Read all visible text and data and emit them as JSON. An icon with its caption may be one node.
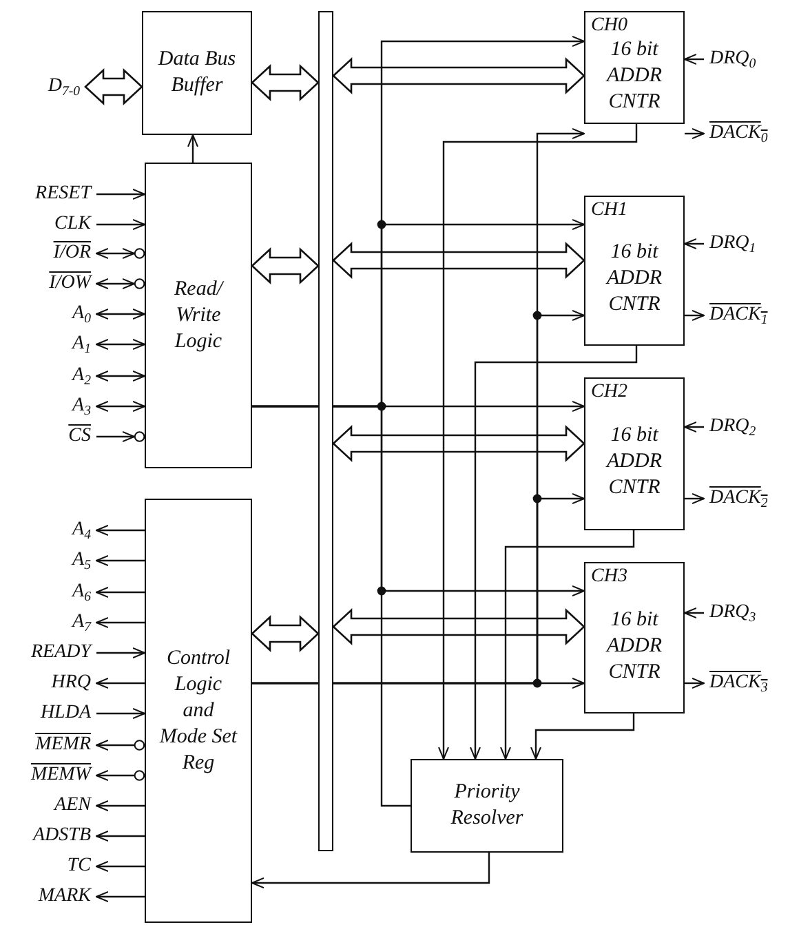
{
  "diagram": {
    "nodes": [
      {
        "text": [
          "Data Bus Buffer"
        ]
      },
      {
        "text": [
          "Read/ Write Logic"
        ]
      },
      {
        "text": [
          "Control Logic and Mode Set Reg"
        ]
      },
      {
        "text": [],
        "shape": "bar"
      },
      {
        "text": [
          "CH0",
          "16 bit ADDR CNTR"
        ]
      },
      {
        "text": [
          "CH1",
          "16 bit ADDR CNTR"
        ]
      },
      {
        "text": [
          "CH2",
          "16 bit ADDR CNTR"
        ]
      },
      {
        "text": [
          "CH3",
          "16 bit ADDR CNTR"
        ]
      },
      {
        "text": [
          "Priority Resolver"
        ]
      },
      {
        "text": [
          "D$_{7-0}$"
        ]
      },
      {
        "text": [
          "RESET"
        ]
      },
      {
        "text": [
          "CLK"
        ]
      },
      {
        "text": [
          "I/OR"
        ]
      },
      {
        "text": [
          "I/OW"
        ]
      },
      {
        "text": [
          "A$_{0}$"
        ]
      },
      {
        "text": [
          "A$_{1}$"
        ]
      },
      {
        "text": [
          "A$_{2}$"
        ]
      },
      {
        "text": [
          "A$_{3}$"
        ]
      },
      {
        "text": [
          "CS"
        ]
      },
      {
        "text": [
          "A$_{4}$"
        ]
      },
      {
        "text": [
          "A$_{5}$"
        ]
      },
      {
        "text": [
          "A$_{6}$"
        ]
      },
      {
        "text": [
          "A$_{7}$"
        ]
      },
      {
        "text": [
          "READY"
        ]
      },
      {
        "text": [
          "HRQ"
        ]
      },
      {
        "text": [
          "HLDA"
        ]
      },
      {
        "text": [
          "MEMR"
        ]
      },
      {
        "text": [
          "MEMW"
        ]
      },
      {
        "text": [
          "AEN"
        ]
      },
      {
        "text": [
          "ADSTB"
        ]
      },
      {
        "text": [
          "TC"
        ]
      },
      {
        "text": [
          "MARK"
        ]
      },
      {
        "text": [
          "DRQ$_{0}$"
        ]
      },
      {
        "text": [
          "DACK$_{0}$"
        ]
      },
      {
        "text": [
          "DRQ$_{1}$"
        ]
      },
      {
        "text": [
          "DACK$_{1}$"
        ]
      },
      {
        "text": [
          "DRQ$_{2}$"
        ]
      },
      {
        "text": [
          "DACK$_{2}$"
        ]
      },
      {
        "text": [
          "DRQ$_{3}$"
        ]
      },
      {
        "text": [
          "DACK$_{3}$"
        ]
      }
    ],
    "edges": [
      {
        "from": 9,
        "to": 0,
        "arrow": "both",
        "style": "thick"
      },
      {
        "from": 0,
        "to": 3,
        "arrow": "both",
        "style": "thick"
      },
      {
        "from": 1,
        "to": 3,
        "arrow": "both",
        "style": "thick"
      },
      {
        "from": 2,
        "to": 3,
        "arrow": "both",
        "style": "thick"
      },
      {
        "from": 3,
        "to": 4,
        "arrow": "both",
        "style": "thick"
      },
      {
        "from": 3,
        "to": 5,
        "arrow": "both",
        "style": "thick"
      },
      {
        "from": 3,
        "to": 6,
        "arrow": "both",
        "style": "thick"
      },
      {
        "from": 3,
        "to": 7,
        "arrow": "both",
        "style": "thick"
      },
      {
        "from": 1,
        "to": 0,
        "arrow": "to"
      },
      {
        "from": 1,
        "to": 4,
        "arrow": "to"
      },
      {
        "from": 1,
        "to": 5,
        "arrow": "to"
      },
      {
        "from": 1,
        "to": 6,
        "arrow": "to"
      },
      {
        "from": 1,
        "to": 7,
        "arrow": "to"
      },
      {
        "from": 1,
        "to": 8,
        "arrow": "none"
      },
      {
        "from": 2,
        "to": 4,
        "arrow": "to"
      },
      {
        "from": 2,
        "to": 5,
        "arrow": "to"
      },
      {
        "from": 2,
        "to": 6,
        "arrow": "to"
      },
      {
        "from": 2,
        "to": 7,
        "arrow": "to"
      },
      {
        "from": 4,
        "to": 8,
        "arrow": "to"
      },
      {
        "from": 5,
        "to": 8,
        "arrow": "to"
      },
      {
        "from": 6,
        "to": 8,
        "arrow": "to"
      },
      {
        "from": 7,
        "to": 8,
        "arrow": "to"
      },
      {
        "from": 8,
        "to": 2,
        "arrow": "to"
      },
      {
        "from": 10,
        "to": 1,
        "arrow": "to"
      },
      {
        "from": 11,
        "to": 1,
        "arrow": "to"
      },
      {
        "from": 12,
        "to": 1,
        "arrow": "both"
      },
      {
        "from": 13,
        "to": 1,
        "arrow": "both"
      },
      {
        "from": 14,
        "to": 1,
        "arrow": "both"
      },
      {
        "from": 15,
        "to": 1,
        "arrow": "both"
      },
      {
        "from": 16,
        "to": 1,
        "arrow": "both"
      },
      {
        "from": 17,
        "to": 1,
        "arrow": "both"
      },
      {
        "from": 18,
        "to": 1,
        "arrow": "to"
      },
      {
        "from": 2,
        "to": 19,
        "arrow": "to"
      },
      {
        "from": 2,
        "to": 20,
        "arrow": "to"
      },
      {
        "from": 2,
        "to": 21,
        "arrow": "to"
      },
      {
        "from": 2,
        "to": 22,
        "arrow": "to"
      },
      {
        "from": 23,
        "to": 2,
        "arrow": "to"
      },
      {
        "from": 2,
        "to": 24,
        "arrow": "to"
      },
      {
        "from": 25,
        "to": 2,
        "arrow": "to"
      },
      {
        "from": 2,
        "to": 26,
        "arrow": "to"
      },
      {
        "from": 2,
        "to": 27,
        "arrow": "to"
      },
      {
        "from": 2,
        "to": 28,
        "arrow": "to"
      },
      {
        "from": 2,
        "to": 29,
        "arrow": "to"
      },
      {
        "from": 2,
        "to": 30,
        "arrow": "to"
      },
      {
        "from": 2,
        "to": 31,
        "arrow": "to"
      },
      {
        "from": 32,
        "to": 4,
        "arrow": "to"
      },
      {
        "from": 4,
        "to": 33,
        "arrow": "to"
      },
      {
        "from": 34,
        "to": 5,
        "arrow": "to"
      },
      {
        "from": 5,
        "to": 35,
        "arrow": "to"
      },
      {
        "from": 36,
        "to": 6,
        "arrow": "to"
      },
      {
        "from": 6,
        "to": 37,
        "arrow": "to"
      },
      {
        "from": 38,
        "to": 7,
        "arrow": "to"
      },
      {
        "from": 7,
        "to": 39,
        "arrow": "to"
      }
    ]
  }
}
